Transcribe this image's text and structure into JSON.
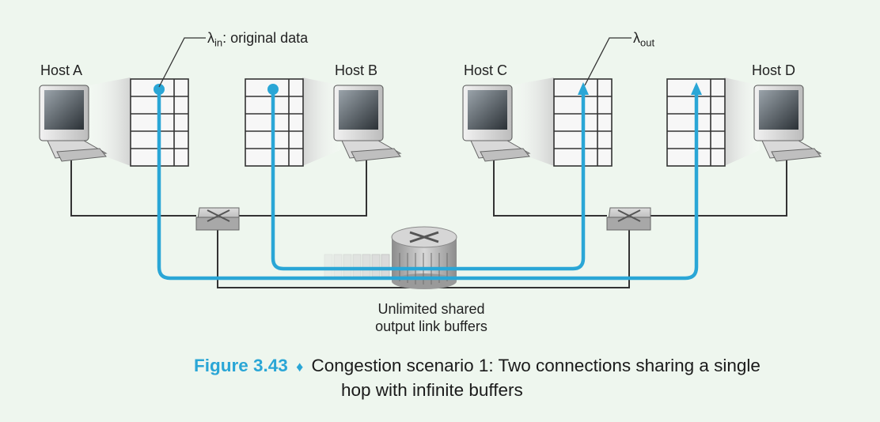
{
  "hosts": [
    {
      "id": "A",
      "label": "Host A"
    },
    {
      "id": "B",
      "label": "Host B"
    },
    {
      "id": "C",
      "label": "Host C"
    },
    {
      "id": "D",
      "label": "Host D"
    }
  ],
  "lambda_in": {
    "symbol": "λ",
    "sub": "in",
    "text": ": original data"
  },
  "lambda_out": {
    "symbol": "λ",
    "sub": "out"
  },
  "router_label": {
    "line1": "Unlimited shared",
    "line2": "output link buffers"
  },
  "caption": {
    "figure": "Figure 3.43",
    "bullet": "♦",
    "line1": "Congestion scenario 1: Two connections sharing a single",
    "line2": "hop with infinite buffers"
  },
  "colors": {
    "background": "#eef6ee",
    "flow": "#2aa6d6",
    "wire": "#333333",
    "accent": "#2aa6d6"
  },
  "icons": [
    "computer-icon",
    "switch-icon",
    "router-icon"
  ]
}
